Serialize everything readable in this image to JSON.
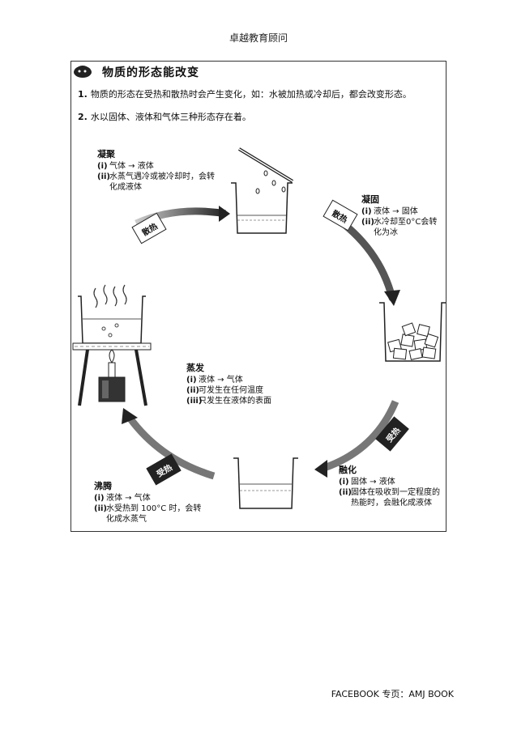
{
  "header": {
    "text": "卓越教育顾问"
  },
  "figure": {
    "title": "物质的形态能改变",
    "intro": [
      {
        "num": "1.",
        "text": "物质的形态在受热和散热时会产生变化，如：水被加热或冷却后，都会改变形态。"
      },
      {
        "num": "2.",
        "text": "水以固体、液体和气体三种形态存在着。"
      }
    ],
    "condensation": {
      "title": "凝聚",
      "items": [
        {
          "n": "(i)",
          "t": "气体 → 液体"
        },
        {
          "n": "(ii)",
          "t": "水蒸气遇冷或被冷却时，会转化成液体"
        }
      ]
    },
    "freezing": {
      "title": "凝固",
      "items": [
        {
          "n": "(i)",
          "t": "液体 → 固体"
        },
        {
          "n": "(ii)",
          "t": "水冷却至0°C会转化为冰"
        }
      ]
    },
    "evaporation": {
      "title": "蒸发",
      "items": [
        {
          "n": "(i)",
          "t": "液体 → 气体"
        },
        {
          "n": "(ii)",
          "t": "可发生在任何温度"
        },
        {
          "n": "(iii)",
          "t": "只发生在液体的表面"
        }
      ]
    },
    "melting": {
      "title": "融化",
      "items": [
        {
          "n": "(i)",
          "t": "固体 → 液体"
        },
        {
          "n": "(ii)",
          "t": "固体在吸收到一定程度的热能时，会融化成液体"
        }
      ]
    },
    "boiling": {
      "title": "沸腾",
      "items": [
        {
          "n": "(i)",
          "t": "液体 → 气体"
        },
        {
          "n": "(ii)",
          "t": "水受热到 100°C 时，会转化成水蒸气"
        }
      ]
    },
    "cards": {
      "release_heat_1": "散热",
      "release_heat_2": "散热",
      "absorb_heat_1": "受热",
      "absorb_heat_2": "受热"
    }
  },
  "footer": {
    "text": "FACEBOOK 专页：AMJ BOOK"
  }
}
